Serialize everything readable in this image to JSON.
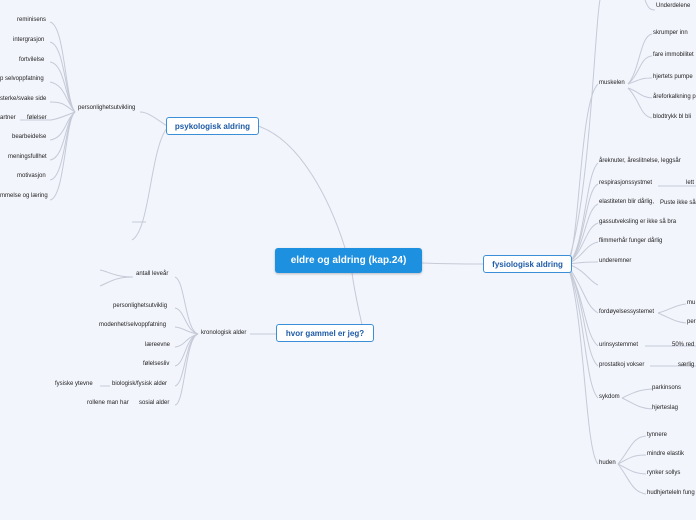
{
  "central": "eldre og aldring (kap.24)",
  "main": {
    "psykologisk": "psykologisk aldring",
    "gammel": "hvor gammel er jeg?",
    "fysiologisk": "fysiologisk aldring"
  },
  "psych": {
    "personlighetsutvikling": "personlighetsutvikling",
    "leaves": [
      "reminisens",
      "intergrasjon",
      "fortvilelse",
      "p selvoppfatning",
      "sterke/svake side",
      "følelser",
      "artner",
      "bearbeidelse",
      "meningsfullhet",
      "motivasjon",
      "mmelse og læring"
    ]
  },
  "age": {
    "kronologisk": "kronologisk alder",
    "leaves": [
      "antall leveår",
      "personlighetsutviklig",
      "modenhet/selvoppfatning",
      "læreevne",
      "følelsesliv",
      "biologisk/fysisk alder",
      "sosial alder"
    ],
    "fysiske_ytelse": "fysiske ytevne",
    "rollene": "rollene man har"
  },
  "phys": {
    "top_leaf": "Underdelene",
    "muskelen": {
      "label": "muskelen",
      "children": [
        "skrumper inn",
        "fare immobilitet",
        "hjertets pumpe",
        "åreforkalkning p",
        "blodtrykk bl bli"
      ]
    },
    "items": [
      "åreknuter, åreslitnelse, leggsår",
      "respirasjonssystmet",
      "elastiteten blir dårlig,",
      "gassutveksling er ikke så bra",
      "flimmerhår funger dårlig",
      "underemner"
    ],
    "respirasjon_child": "lett",
    "elastiteten_child": "Puste ikke så",
    "fordøyelse": {
      "label": "fordøyelsessystemet",
      "children": [
        "mu",
        "per"
      ]
    },
    "urinsystemet": {
      "label": "urinsystemmet",
      "child": "50% red"
    },
    "prostata": {
      "label": "prostatkoj vokser",
      "child": "særlig"
    },
    "sykdom": {
      "label": "sykdom",
      "children": [
        "parkinsons",
        "hjerteslag"
      ]
    },
    "huden": {
      "label": "huden",
      "children": [
        "tynnere",
        "mindre elastik",
        "rynker sollys",
        "hudhjerteleln fung"
      ]
    }
  }
}
